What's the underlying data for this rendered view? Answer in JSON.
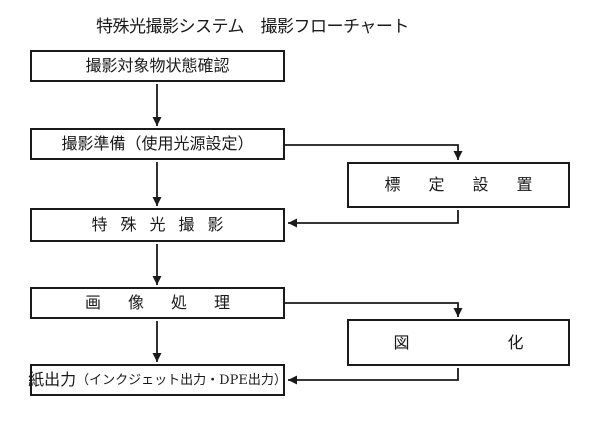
{
  "title": "特殊光撮影システム　撮影フローチャート",
  "colors": {
    "background": "#ffffff",
    "line": "#1a1a1a",
    "box_border": "#1a1a1a",
    "box_fill": "#ffffff",
    "text": "#1a1a1a"
  },
  "flowchart": {
    "main_steps": [
      {
        "label": "撮影対象物状態確認"
      },
      {
        "label": "撮影準備（使用光源設定）"
      },
      {
        "label": "特殊光撮影"
      },
      {
        "label": "画像処理"
      },
      {
        "label_main": "紙出力",
        "label_detail": "（インクジェット出力・DPE出力）"
      }
    ],
    "side_steps": [
      {
        "label": "標定設置"
      },
      {
        "label": "図化"
      }
    ]
  }
}
